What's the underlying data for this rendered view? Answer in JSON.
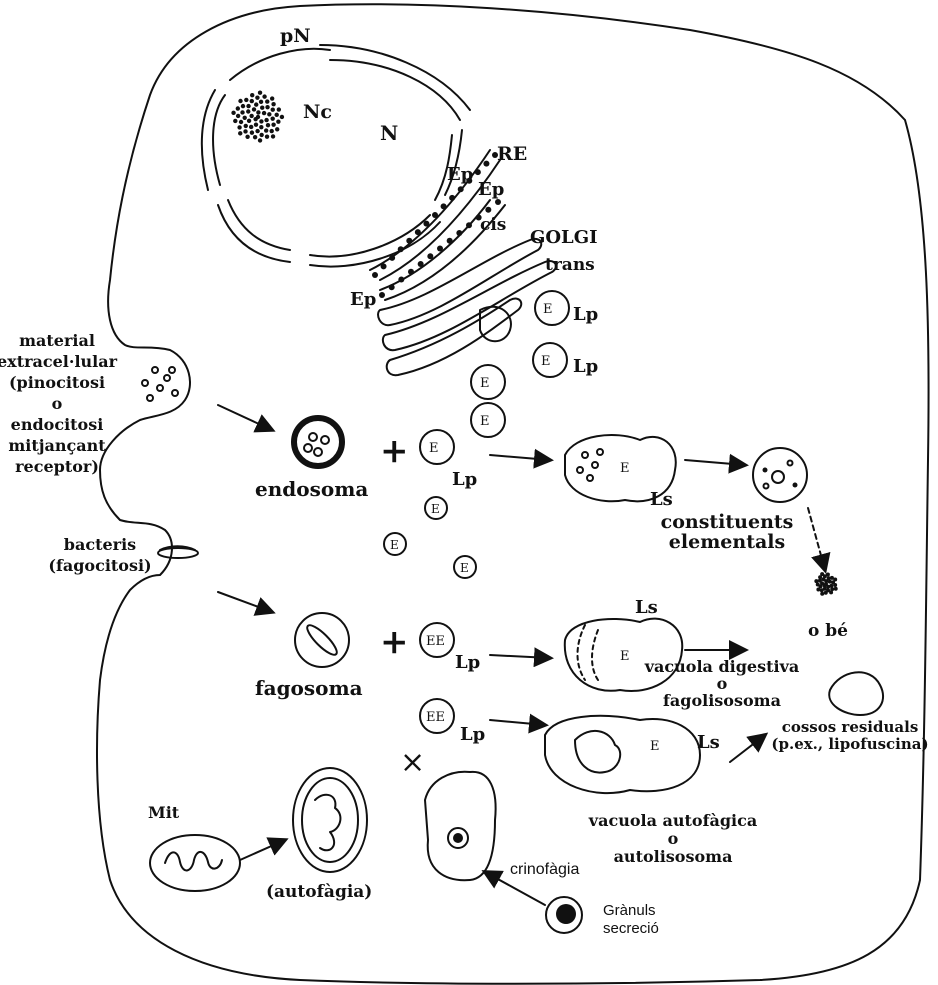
{
  "labels": {
    "pN": "pN",
    "Nc": "Nc",
    "N": "N",
    "RE": "RE",
    "Ep1": "Ep",
    "Ep2": "Ep",
    "Ep3": "Ep",
    "cis": "cis",
    "golgi": "GOLGI",
    "trans": "trans",
    "E": "E",
    "EE": "EE",
    "Lp": "Lp",
    "Ls": "Ls",
    "material_lines": [
      "material",
      "extracel·lular",
      "(pinocitosi",
      "o",
      "endocitosi",
      "mitjançant",
      "receptor)"
    ],
    "bacteris_lines": [
      "bacteris",
      "(fagocitosi)"
    ],
    "endosoma": "endosoma",
    "fagosoma": "fagosoma",
    "constituents_lines": [
      "constituents",
      "elementals"
    ],
    "o_be": "o bé",
    "vacuola_digestiva_lines": [
      "vacuola digestiva",
      "o",
      "fagolisosoma"
    ],
    "cossos_lines": [
      "cossos residuals",
      "(p.ex., lipofuscina)"
    ],
    "vacuola_autofagica_lines": [
      "vacuola autofàgica",
      "o",
      "autolisosoma"
    ],
    "mit": "Mit",
    "autofagia": "(autofàgia)",
    "crinofagia": "crinofàgia",
    "granuls_lines": [
      "Grànuls",
      "secreció"
    ],
    "plus": "+",
    "cross": "×"
  }
}
